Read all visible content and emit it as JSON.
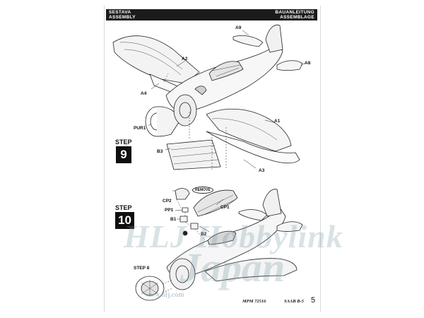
{
  "header": {
    "left_line1": "SESTAVA",
    "left_line2": "ASSEMBLY",
    "right_line1": "BAUANLEITUNG",
    "right_line2": "ASSEMBLAGE"
  },
  "step9": {
    "word": "STEP",
    "number": "9",
    "parts": [
      "A9",
      "A8",
      "A2",
      "A4",
      "PUR1",
      "A1",
      "B3",
      "A3"
    ]
  },
  "step10": {
    "word": "STEP",
    "number": "10",
    "remove_label": "REMOVE",
    "parts": [
      "CP2",
      "PP1",
      "CP1",
      "B1",
      "B2"
    ],
    "ref_step": "STEP 8"
  },
  "footer": {
    "kit_code": "MPM 72516",
    "model": "SAAB B-5",
    "page": "5"
  },
  "watermark": {
    "line1": "HLJ Hobbylink",
    "line2": "Japan",
    "url": "www.hlj.com"
  }
}
